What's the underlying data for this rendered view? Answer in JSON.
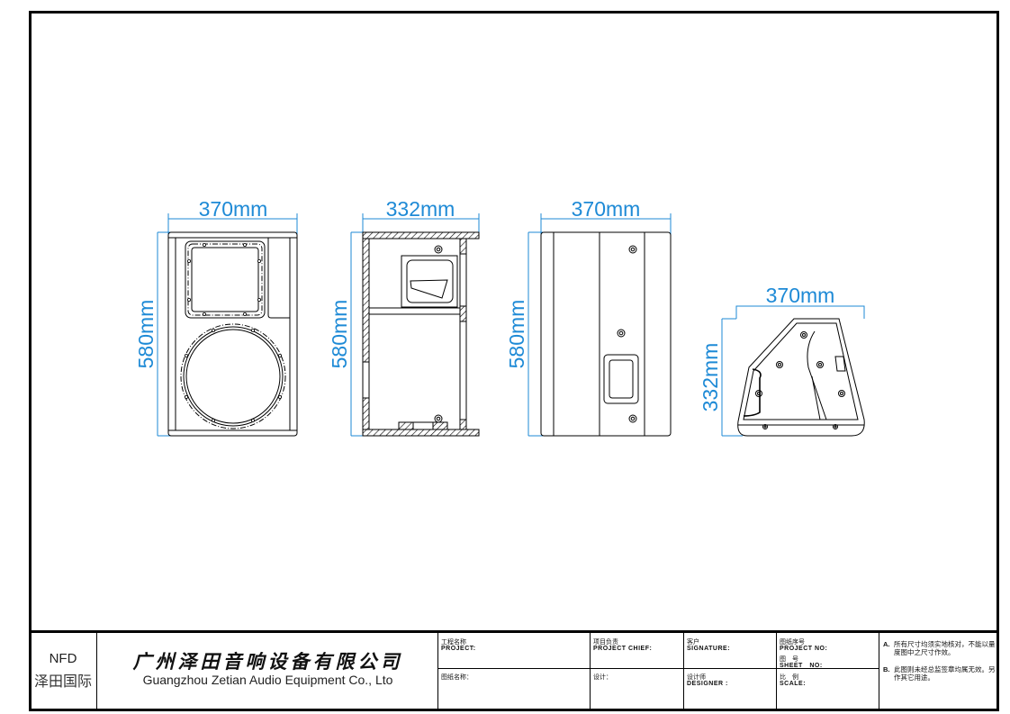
{
  "drawing": {
    "views": [
      {
        "name": "front-view",
        "width_label": "370mm",
        "height_label": "580mm"
      },
      {
        "name": "section-view",
        "width_label": "332mm",
        "height_label": "580mm"
      },
      {
        "name": "side-view",
        "width_label": "370mm",
        "height_label": "580mm"
      },
      {
        "name": "monitor-angle-view",
        "width_label": "370mm",
        "height_label": "332mm"
      }
    ],
    "dimension_color": "#1e8ad6",
    "line_color": "#000000"
  },
  "title_block": {
    "logo": {
      "en": "NFD",
      "cn": "泽田国际"
    },
    "company": {
      "cn": "广州泽田音响设备有限公司",
      "en": "Guangzhou Zetian Audio Equipment Co., Lto"
    },
    "fields": {
      "project": {
        "cn": "工程名称",
        "en": "PROJECT:"
      },
      "drawing_name": {
        "cn": "图纸名称：",
        "en": ""
      },
      "project_chief": {
        "cn": "项目负责",
        "en": "PROJECT CHIEF:"
      },
      "design": {
        "cn": "设计：",
        "en": ""
      },
      "signature": {
        "cn": "客户",
        "en": "SIGNATURE:"
      },
      "designer": {
        "cn": "设计师",
        "en": "DESIGNER :"
      },
      "project_no": {
        "cn": "图纸序号",
        "en": "PROJECT NO:"
      },
      "sheet_no": {
        "cn": "图　号",
        "en": "SHEET　NO:"
      },
      "scale": {
        "cn": "比　例",
        "en": "SCALE:"
      }
    },
    "notes": [
      {
        "label": "A.",
        "text": "所有尺寸均须实地核对，不能以量度图中之尺寸作效。"
      },
      {
        "label": "B.",
        "text": "此图则未经总监签章均属无效。另作其它用途。"
      }
    ]
  }
}
